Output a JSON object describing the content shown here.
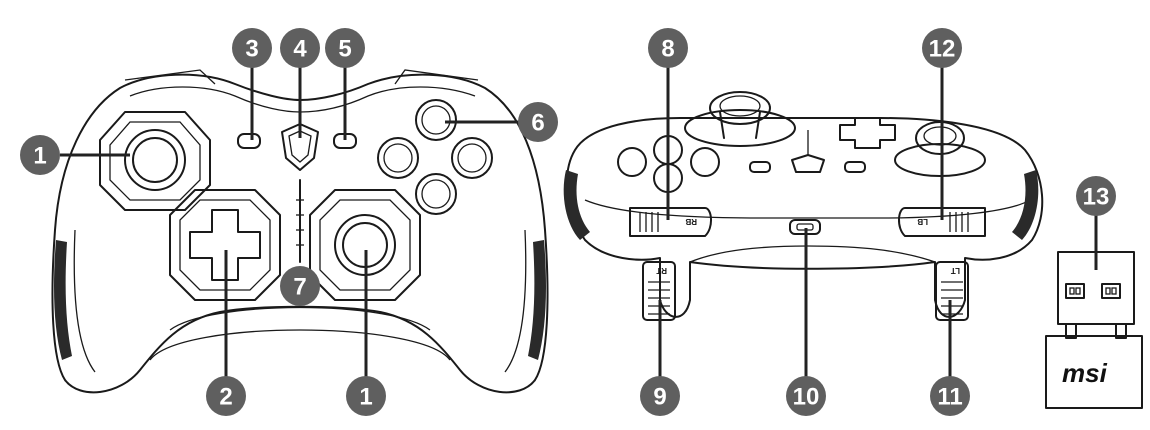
{
  "callouts": [
    {
      "id": "c1-left-stick",
      "label": "1"
    },
    {
      "id": "c2-dpad",
      "label": "2"
    },
    {
      "id": "c3-back-button",
      "label": "3"
    },
    {
      "id": "c4-guide-button",
      "label": "4"
    },
    {
      "id": "c5-start-button",
      "label": "5"
    },
    {
      "id": "c6-face-buttons",
      "label": "6"
    },
    {
      "id": "c7-led",
      "label": "7"
    },
    {
      "id": "c1-right-stick",
      "label": "1"
    },
    {
      "id": "c8-rb",
      "label": "8"
    },
    {
      "id": "c9-rt",
      "label": "9"
    },
    {
      "id": "c10-usb-port",
      "label": "10"
    },
    {
      "id": "c11-lt",
      "label": "11"
    },
    {
      "id": "c12-lb",
      "label": "12"
    },
    {
      "id": "c13-dongle",
      "label": "13"
    }
  ],
  "bumper_labels": {
    "rb": "RB",
    "lb": "LB",
    "rt": "RT",
    "lt": "LT"
  },
  "dongle": {
    "brand": "msi"
  },
  "colors": {
    "callout_fill": "#5f5f5f",
    "line": "#1a1a1a",
    "background": "#ffffff"
  }
}
